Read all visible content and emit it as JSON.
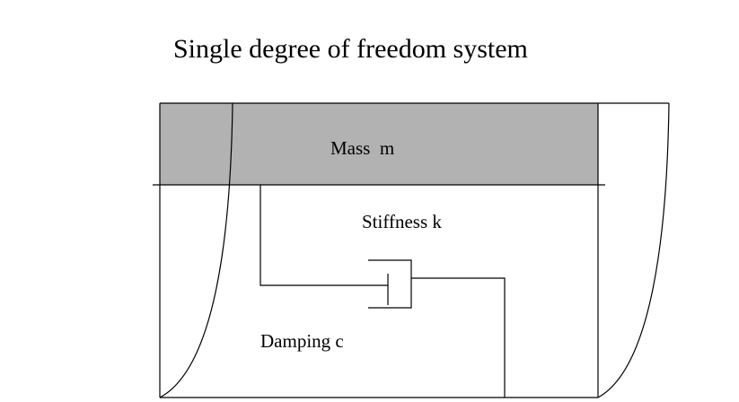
{
  "title": "Single degree of freedom system",
  "labels": {
    "mass": "Mass  m",
    "stiffness": "Stiffness k",
    "damping": "Damping c"
  },
  "colors": {
    "mass_fill": "#b2b2b2",
    "line": "#000000"
  }
}
